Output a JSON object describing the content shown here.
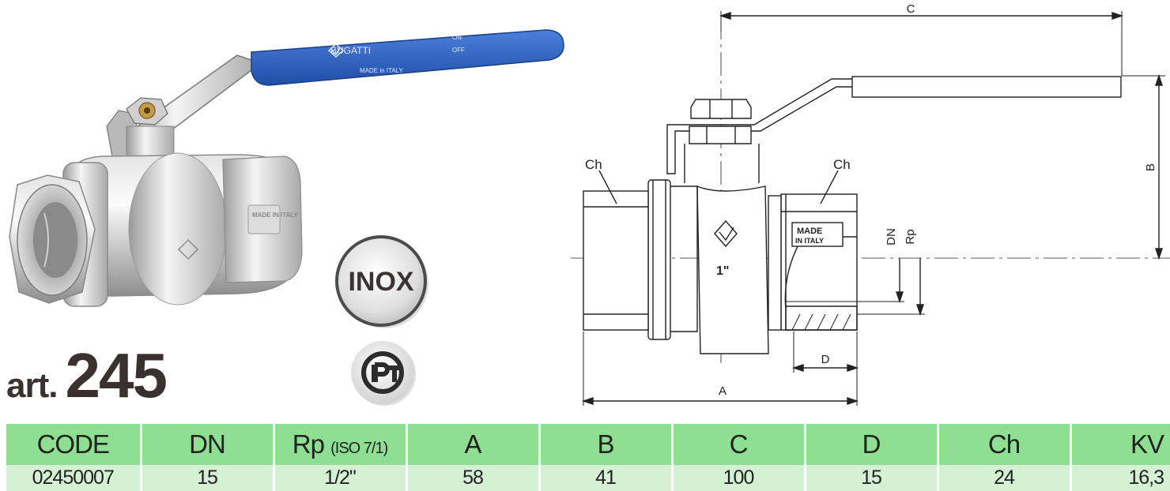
{
  "article": {
    "prefix": "art.",
    "number": "245"
  },
  "product": {
    "handle_brand": "BUGATTI",
    "handle_made_in": "MADE in ITALY",
    "handle_on": "ON",
    "handle_off": "OFF",
    "body_stamp": "MADE IN ITALY"
  },
  "badges": {
    "inox": "INOX",
    "gost": "PCT"
  },
  "drawing": {
    "labels": {
      "A": "A",
      "B": "B",
      "C": "C",
      "D": "D",
      "Ch_left": "Ch",
      "Ch_right": "Ch",
      "DN": "DN",
      "Rp": "Rp",
      "size": "1\"",
      "made": "MADE",
      "in_italy": "IN ITALY"
    }
  },
  "table": {
    "headers": [
      "CODE",
      "DN",
      "Rp",
      "A",
      "B",
      "C",
      "D",
      "Ch",
      "KV"
    ],
    "rp_note": "(ISO 7/1)",
    "rows": [
      [
        "02450007",
        "15",
        "1/2\"",
        "58",
        "41",
        "100",
        "15",
        "24",
        "16,3"
      ]
    ]
  },
  "colors": {
    "header_bg": "#8fdf93",
    "row_bg": "#d4f1d4",
    "handle_blue": "#2f62c2",
    "text_dark": "#3a3030"
  }
}
